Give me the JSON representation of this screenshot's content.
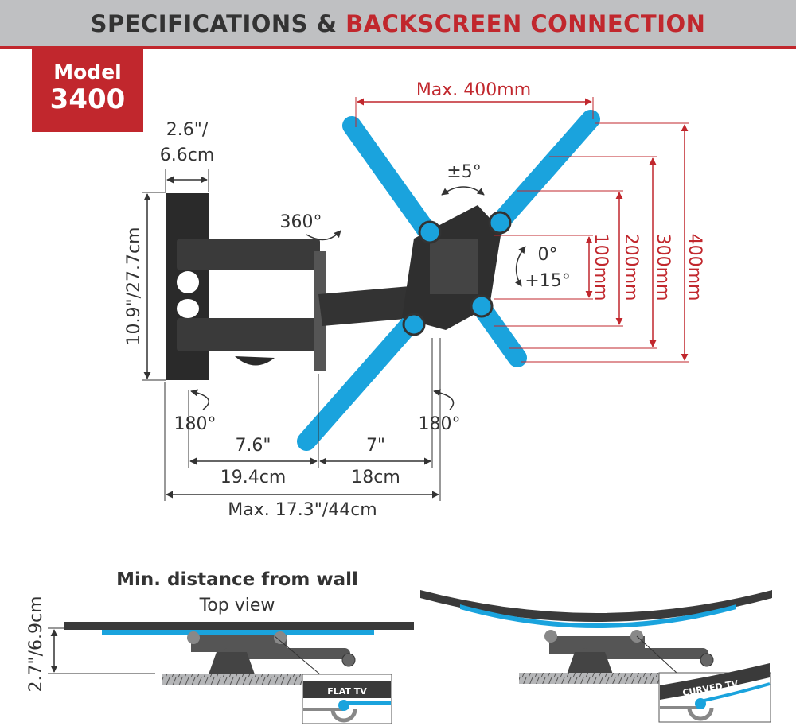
{
  "header": {
    "title_part1": "SPECIFICATIONS &",
    "title_part2": "BACKSCREEN CONNECTION"
  },
  "model": {
    "label": "Model",
    "number": "3400"
  },
  "dimensions": {
    "wall_plate_width_in": "2.6\"/",
    "wall_plate_width_cm": "6.6cm",
    "wall_plate_height": "10.9\"/27.7cm",
    "vesa_max": "Max. 400mm",
    "vesa_100": "100mm",
    "vesa_200": "200mm",
    "vesa_300": "300mm",
    "vesa_400": "400mm",
    "arm1_in": "7.6\"",
    "arm1_cm": "19.4cm",
    "arm2_in": "7\"",
    "arm2_cm": "18cm",
    "max_extension": "Max. 17.3\"/44cm"
  },
  "rotations": {
    "level": "±5°",
    "swivel_head": "360°",
    "tilt_min": "0°",
    "tilt_max": "+15°",
    "wall_swivel": "180°",
    "arm_swivel": "180°"
  },
  "bottom": {
    "title": "Min. distance from wall",
    "subtitle": "Top view",
    "wall_distance": "2.7\"/6.9cm",
    "flat_label": "FLAT TV",
    "curved_label": "CURVED TV"
  },
  "colors": {
    "accent": "#c1272d",
    "blue": "#1aa3dd",
    "dark": "#333333"
  }
}
